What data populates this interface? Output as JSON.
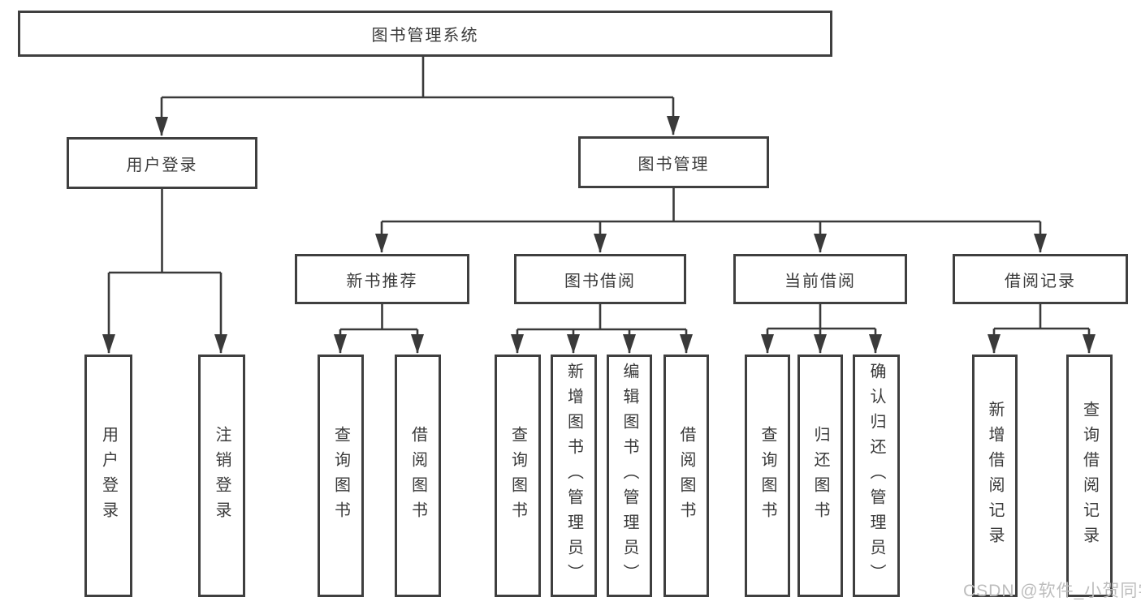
{
  "watermark": {
    "text": "CSDN @软件_小贺同学",
    "color": "#bdbdbd"
  },
  "colors": {
    "background": "#ffffff",
    "box_border": "#3f3f3f",
    "line": "#3a3a3a",
    "text": "#3a3a3a",
    "watermark": "#bdbdbd"
  },
  "tree": {
    "label": "图书管理系统",
    "children": [
      {
        "label": "用户登录",
        "children": [
          {
            "label": "用户登录"
          },
          {
            "label": "注销登录"
          }
        ]
      },
      {
        "label": "图书管理",
        "children": [
          {
            "label": "新书推荐",
            "children": [
              {
                "label": "查询图书"
              },
              {
                "label": "借阅图书"
              }
            ]
          },
          {
            "label": "图书借阅",
            "children": [
              {
                "label": "查询图书"
              },
              {
                "label": "新增图书（管理员）"
              },
              {
                "label": "编辑图书（管理员）"
              },
              {
                "label": "借阅图书"
              }
            ]
          },
          {
            "label": "当前借阅",
            "children": [
              {
                "label": "查询图书"
              },
              {
                "label": "归还图书"
              },
              {
                "label": "确认归还（管理员）"
              }
            ]
          },
          {
            "label": "借阅记录",
            "children": [
              {
                "label": "新增借阅记录"
              },
              {
                "label": "查询借阅记录"
              }
            ]
          }
        ]
      }
    ]
  }
}
